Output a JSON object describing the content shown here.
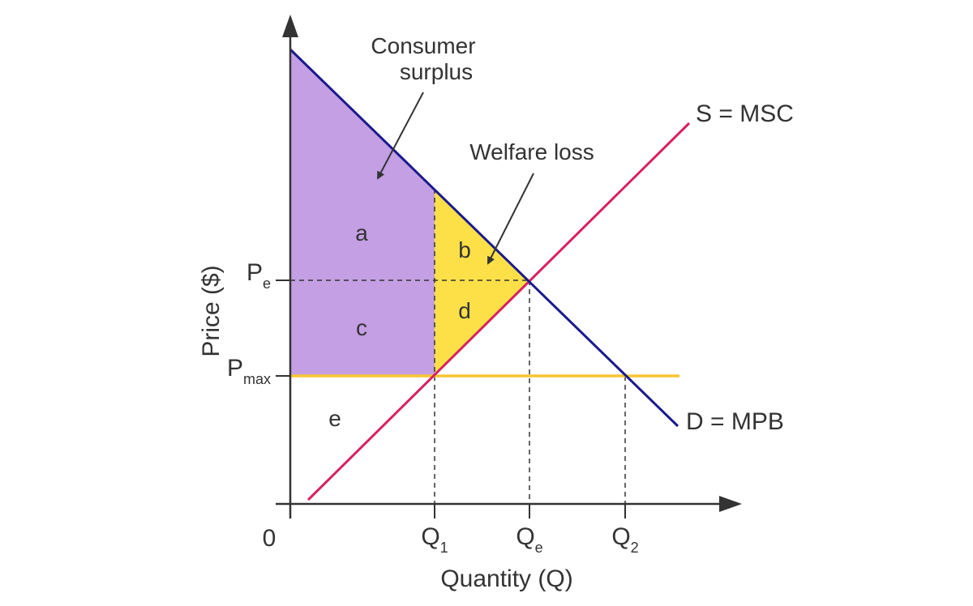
{
  "diagram": {
    "y_axis_label": "Price ($)",
    "x_axis_label": "Quantity (Q)",
    "origin_label": "0",
    "price_ticks": [
      {
        "main": "P",
        "sub": "e"
      },
      {
        "main": "P",
        "sub": "max"
      }
    ],
    "quantity_ticks": [
      {
        "main": "Q",
        "sub": "1"
      },
      {
        "main": "Q",
        "sub": "e"
      },
      {
        "main": "Q",
        "sub": "2"
      }
    ],
    "supply_label": "S = MSC",
    "demand_label": "D = MPB",
    "region_labels": {
      "a": "a",
      "b": "b",
      "c": "c",
      "d": "d",
      "e": "e"
    },
    "annotations": {
      "consumer_surplus_line1": "Consumer",
      "consumer_surplus_line2": "surplus",
      "welfare_loss": "Welfare loss"
    },
    "colors": {
      "consumer_surplus_fill": "#c49fe4",
      "welfare_loss_fill": "#fde047",
      "demand_line": "#1a1a8c",
      "supply_line": "#d6225f",
      "price_ceiling_line": "#f7c531",
      "axis": "#333333"
    }
  }
}
